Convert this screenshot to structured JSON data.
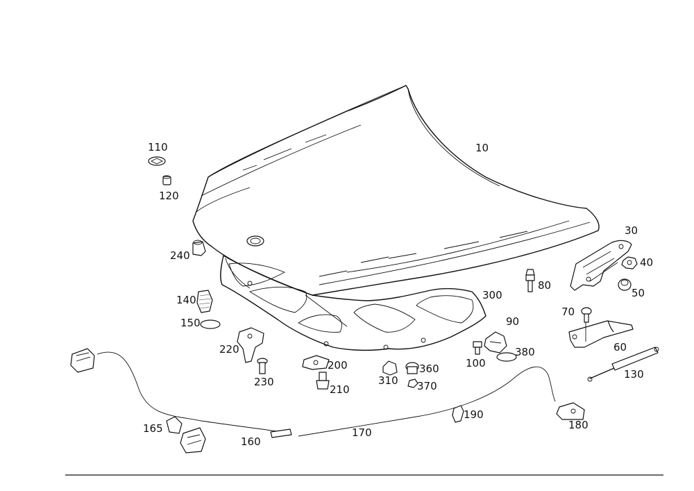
{
  "labels": {
    "p10": "10",
    "p30": "30",
    "p40": "40",
    "p50": "50",
    "p60": "60",
    "p70": "70",
    "p80": "80",
    "p90": "90",
    "p100": "100",
    "p110": "110",
    "p120": "120",
    "p130": "130",
    "p140": "140",
    "p150": "150",
    "p160": "160",
    "p165": "165",
    "p170": "170",
    "p180": "180",
    "p190": "190",
    "p200": "200",
    "p210": "210",
    "p220": "220",
    "p230": "230",
    "p240": "240",
    "p300": "300",
    "p310": "310",
    "p360": "360",
    "p370": "370",
    "p380": "380"
  }
}
